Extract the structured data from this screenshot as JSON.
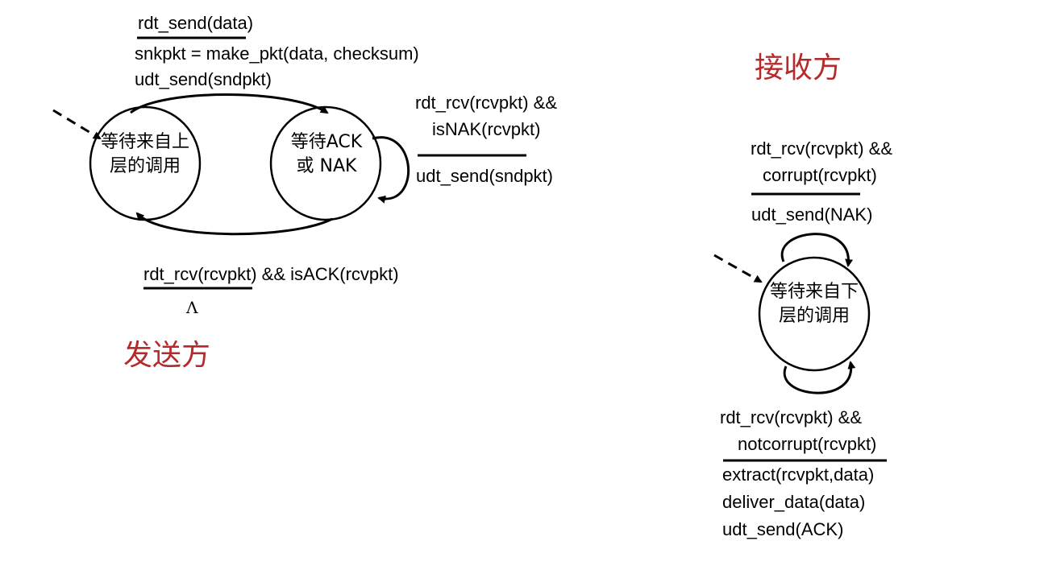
{
  "colors": {
    "side_label": "#b52a2a",
    "stroke": "#000000"
  },
  "sender": {
    "side_label": "发送方",
    "state_wait_call": {
      "line1": "等待来自上",
      "line2": "层的调用"
    },
    "state_wait_ack": {
      "line1": "等待ACK",
      "line2": "或 NAK"
    },
    "send_transition": {
      "event": "rdt_send(data)",
      "actions": [
        "snkpkt = make_pkt(data, checksum)",
        "udt_send(sndpkt)"
      ]
    },
    "nak_transition": {
      "event": [
        "rdt_rcv(rcvpkt) &&",
        "isNAK(rcvpkt)"
      ],
      "action": "udt_send(sndpkt)"
    },
    "ack_transition": {
      "event": "rdt_rcv(rcvpkt) && isACK(rcvpkt)",
      "action": "Λ"
    }
  },
  "receiver": {
    "side_label": "接收方",
    "state_wait_below": {
      "line1": "等待来自下",
      "line2": "层的调用"
    },
    "corrupt_transition": {
      "event": [
        "rdt_rcv(rcvpkt) &&",
        "corrupt(rcvpkt)"
      ],
      "action": "udt_send(NAK)"
    },
    "notcorrupt_transition": {
      "event": [
        "rdt_rcv(rcvpkt) &&",
        "notcorrupt(rcvpkt)"
      ],
      "actions": [
        "extract(rcvpkt,data)",
        "deliver_data(data)",
        "udt_send(ACK)"
      ]
    }
  }
}
